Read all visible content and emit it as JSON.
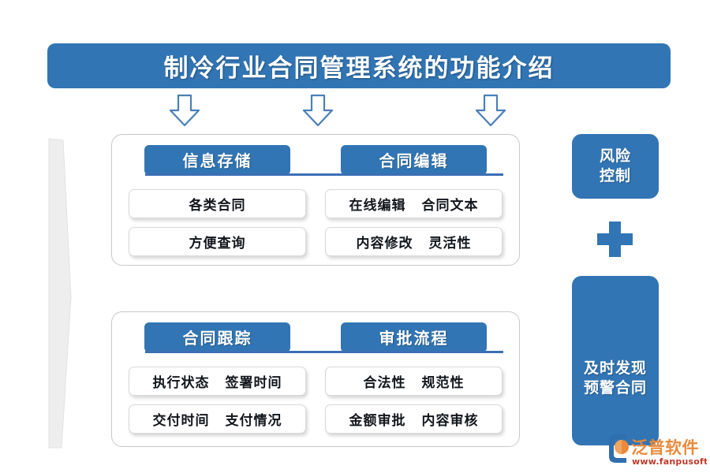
{
  "header": {
    "title": "制冷行业合同管理系统的功能介绍"
  },
  "arrows": [
    {
      "name": "down-arrow-1"
    },
    {
      "name": "down-arrow-2"
    },
    {
      "name": "down-arrow-3"
    }
  ],
  "cards": [
    {
      "id": "card-top",
      "columns": [
        {
          "heading": "信息存储",
          "items": [
            {
              "parts": [
                "各类合同"
              ]
            },
            {
              "parts": [
                "方便查询"
              ]
            }
          ]
        },
        {
          "heading": "合同编辑",
          "items": [
            {
              "parts": [
                "在线编辑",
                "合同文本"
              ]
            },
            {
              "parts": [
                "内容修改",
                "灵活性"
              ]
            }
          ]
        }
      ]
    },
    {
      "id": "card-bottom",
      "columns": [
        {
          "heading": "合同跟踪",
          "items": [
            {
              "parts": [
                "执行状态",
                "签署时间"
              ]
            },
            {
              "parts": [
                "交付时间",
                "支付情况"
              ]
            }
          ]
        },
        {
          "heading": "审批流程",
          "items": [
            {
              "parts": [
                "合法性",
                "规范性"
              ]
            },
            {
              "parts": [
                "金额审批",
                "内容审核"
              ]
            }
          ]
        }
      ]
    }
  ],
  "side_panels": {
    "top": {
      "line1": "风险",
      "line2": "控制"
    },
    "bottom": {
      "line1": "及时发现",
      "line2": "预警合同"
    },
    "connector_icon": "plus-icon"
  },
  "logo": {
    "name": "泛普软件",
    "url": "www.fanpusoft.com"
  },
  "colors": {
    "brand_blue": "#3175b4",
    "rule_blue": "#3c6fb5",
    "arrow_stroke": "#4a7fb8",
    "card_border": "#c8c8c8",
    "band_gray": "#eeeeee",
    "logo_orange": "#e98a3c",
    "logo_blue": "#2f6fae"
  }
}
